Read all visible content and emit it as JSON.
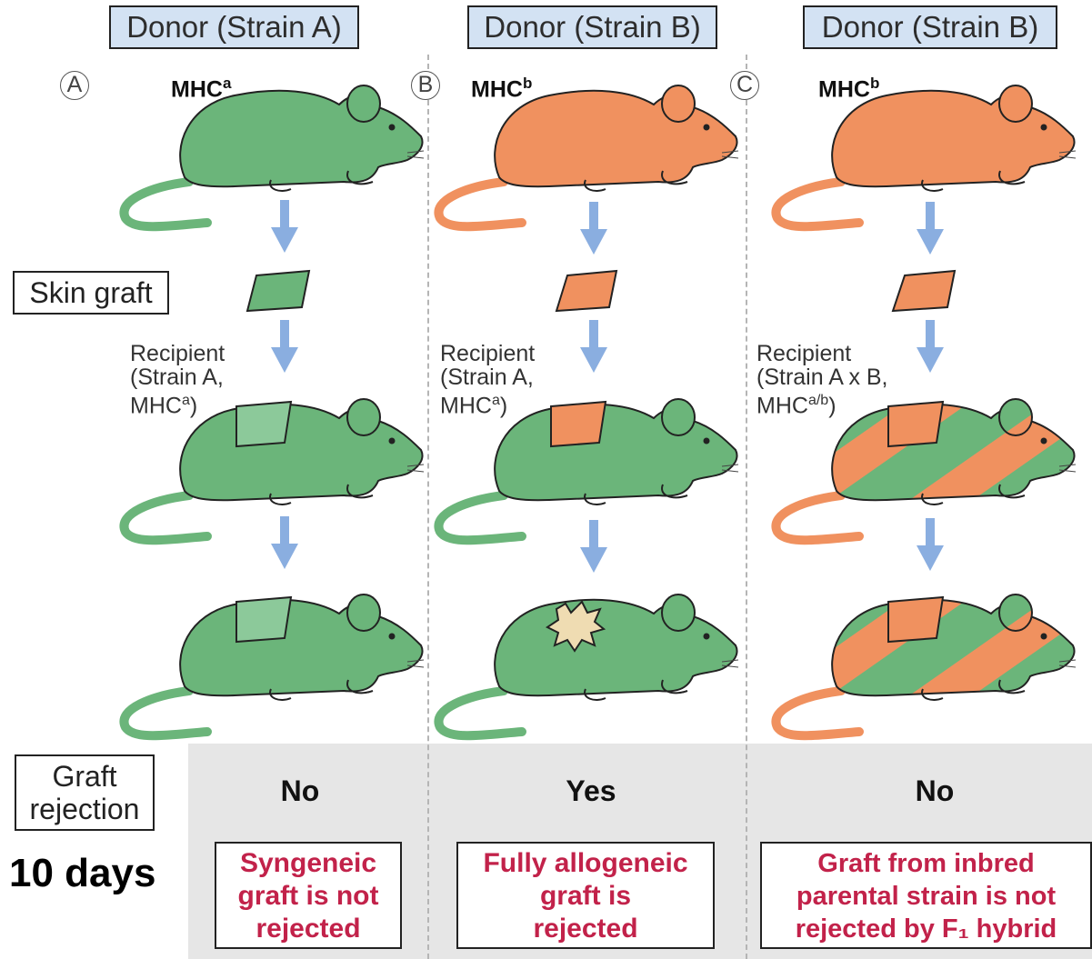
{
  "panels": [
    {
      "letter": "A",
      "donor": "Donor (Strain A)",
      "mhc_base": "MHC",
      "mhc_sup": "a",
      "recipient_line1": "Recipient",
      "recipient_line2": "(Strain A,",
      "recipient_mhc_base": "MHC",
      "recipient_mhc_sup": "a",
      "recipient_close": ")",
      "rejection": "No",
      "result_lines": [
        "Syngeneic",
        "graft is not",
        "rejected"
      ]
    },
    {
      "letter": "B",
      "donor": "Donor (Strain B)",
      "mhc_base": "MHC",
      "mhc_sup": "b",
      "recipient_line1": "Recipient",
      "recipient_line2": "(Strain A,",
      "recipient_mhc_base": "MHC",
      "recipient_mhc_sup": "a",
      "recipient_close": ")",
      "rejection": "Yes",
      "result_lines": [
        "Fully allogeneic",
        "graft is",
        "rejected"
      ]
    },
    {
      "letter": "C",
      "donor": "Donor (Strain B)",
      "mhc_base": "MHC",
      "mhc_sup": "b",
      "recipient_line1": "Recipient",
      "recipient_line2": "(Strain A x B,",
      "recipient_mhc_base": "MHC",
      "recipient_mhc_sup": "a/b",
      "recipient_close": ")",
      "rejection": "No",
      "result_lines": [
        "Graft from inbred",
        "parental strain is not",
        "rejected by F₁ hybrid"
      ]
    }
  ],
  "labels": {
    "skin_graft": "Skin graft",
    "graft_rejection_line1": "Graft",
    "graft_rejection_line2": "rejection",
    "time": "10 days"
  },
  "colors": {
    "strain_a": "#6bb57a",
    "strain_b": "#f0915f",
    "donor_box_fill": "#d3e2f3",
    "arrow": "#8aaee0",
    "result_text": "#c2224a",
    "rejected_graft": "#efdcb2"
  }
}
